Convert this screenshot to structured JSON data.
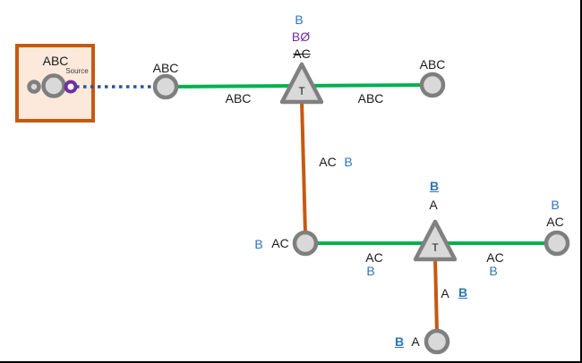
{
  "colors": {
    "green_line": "#00B050",
    "orange_line": "#C55A11",
    "dotted_line": "#2E5395",
    "node_fill": "#D9D9D9",
    "node_stroke": "#7F7F7F",
    "blue_text": "#2E75B6",
    "purple_text": "#7030A0",
    "source_box_fill": "#FCE9DB",
    "source_box_border": "#C55A11"
  },
  "source_box": {
    "phase_label": "ABC",
    "source_label": "Source"
  },
  "nodes": {
    "n1": {
      "label": "ABC"
    },
    "n2": {
      "label": "ABC"
    },
    "n3": {
      "label_b": "B",
      "label_ac": "AC"
    },
    "n4": {
      "label_b": "B",
      "label_ac": "AC"
    },
    "n5": {
      "label_b": "B",
      "label_a": "A"
    }
  },
  "transformers": {
    "t1": {
      "symbol": "T",
      "tag_b": "B",
      "tag_bo": "BØ",
      "tag_ac": "AC"
    },
    "t2": {
      "symbol": "T",
      "tag_b": "B",
      "tag_a": "A"
    }
  },
  "line_labels": {
    "seg1": "ABC",
    "seg2": "ABC",
    "drop1_ac": "AC",
    "drop1_b": "B",
    "seg3_ac": "AC",
    "seg3_b": "B",
    "seg4_ac": "AC",
    "seg4_b": "B",
    "drop2_a": "A",
    "drop2_b": "B"
  }
}
